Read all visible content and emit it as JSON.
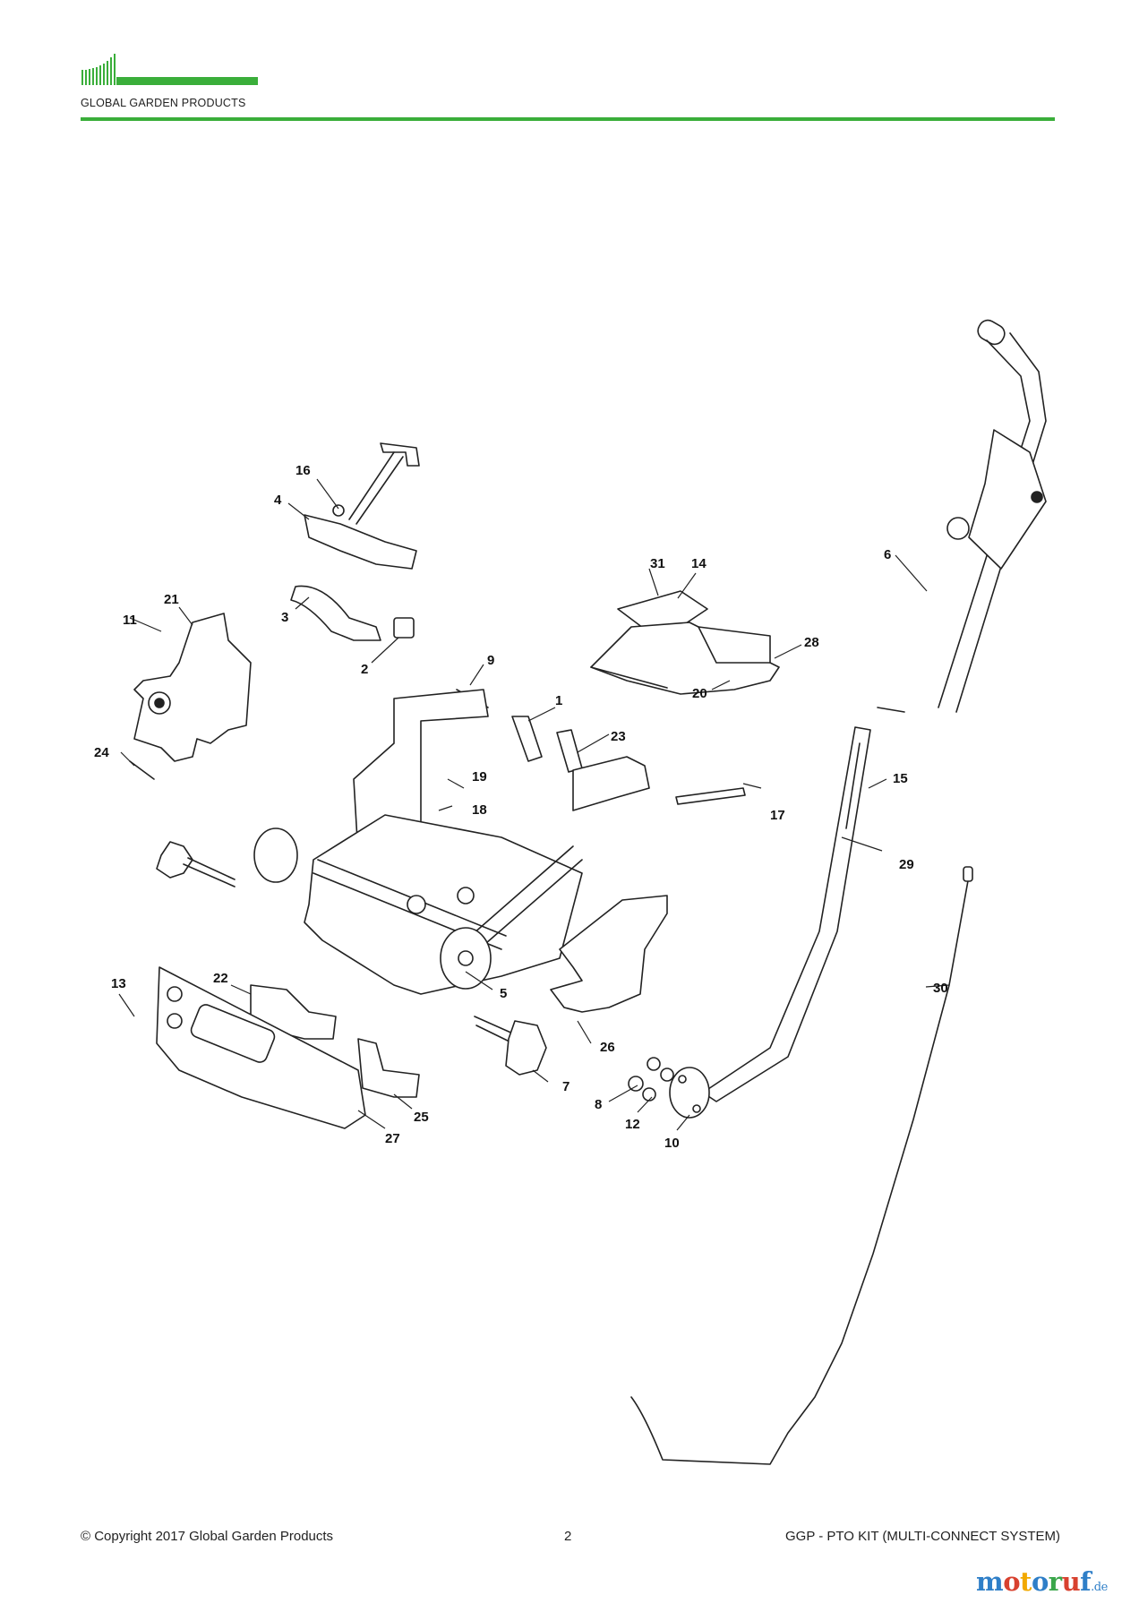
{
  "header": {
    "brand_name": "GLOBAL GARDEN PRODUCTS",
    "accent_color": "#3aae3a"
  },
  "diagram": {
    "callouts": [
      "1",
      "2",
      "3",
      "4",
      "5",
      "6",
      "7",
      "8",
      "9",
      "10",
      "11",
      "12",
      "13",
      "14",
      "15",
      "16",
      "17",
      "18",
      "19",
      "20",
      "21",
      "22",
      "23",
      "24",
      "25",
      "26",
      "27",
      "28",
      "29",
      "30",
      "31"
    ]
  },
  "footer": {
    "copyright": "© Copyright 2017 Global Garden Products",
    "page_number": "2",
    "document_title": "GGP - PTO KIT (MULTI-CONNECT SYSTEM)"
  },
  "watermark": {
    "letters": [
      "m",
      "o",
      "t",
      "o",
      "r",
      "u",
      "f"
    ],
    "letter_colors": [
      "#2f7fc8",
      "#d8412f",
      "#f2a900",
      "#2f7fc8",
      "#3aa64a",
      "#d8412f",
      "#2f7fc8"
    ],
    "tld": ".de"
  }
}
